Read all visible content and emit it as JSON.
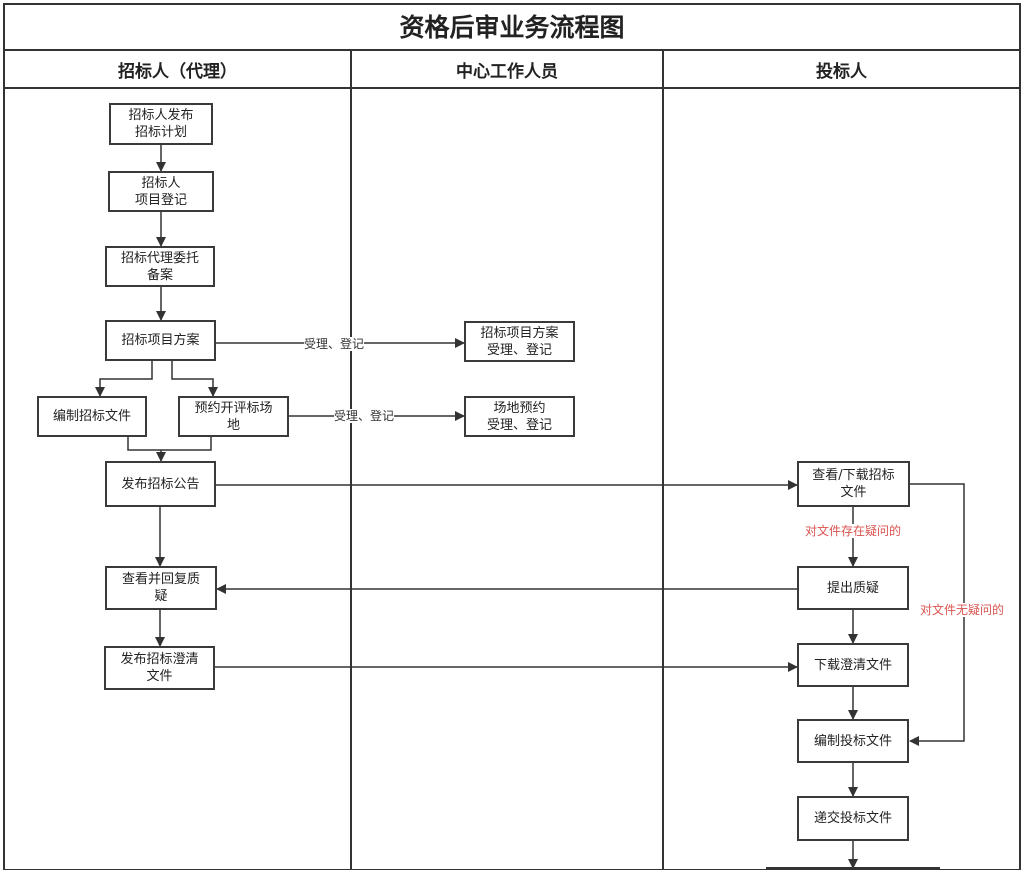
{
  "title": "资格后审业务流程图",
  "lanes": [
    "招标人（代理）",
    "中心工作人员",
    "投标人"
  ],
  "nodes": {
    "n1": "招标人发布\n招标计划",
    "n2": "招标人\n项目登记",
    "n3": "招标代理委托\n备案",
    "n4": "招标项目方案",
    "n5": "编制招标文件",
    "n6": "预约开评标场\n地",
    "n7": "发布招标公告",
    "n8": "查看并回复质\n疑",
    "n9": "发布招标澄清\n文件",
    "c1": "招标项目方案\n受理、登记",
    "c2": "场地预约\n受理、登记",
    "b1": "查看/下载招标\n文件",
    "b2": "提出质疑",
    "b3": "下载澄清文件",
    "b4": "编制投标文件",
    "b5": "递交投标文件"
  },
  "edge_labels": {
    "e1": "受理、登记",
    "e2": "受理、登记",
    "e3": "对文件存在疑问的",
    "e4": "对文件无疑问的"
  },
  "colors": {
    "line": "#3a3a3a",
    "annotation": "#d9534f"
  }
}
